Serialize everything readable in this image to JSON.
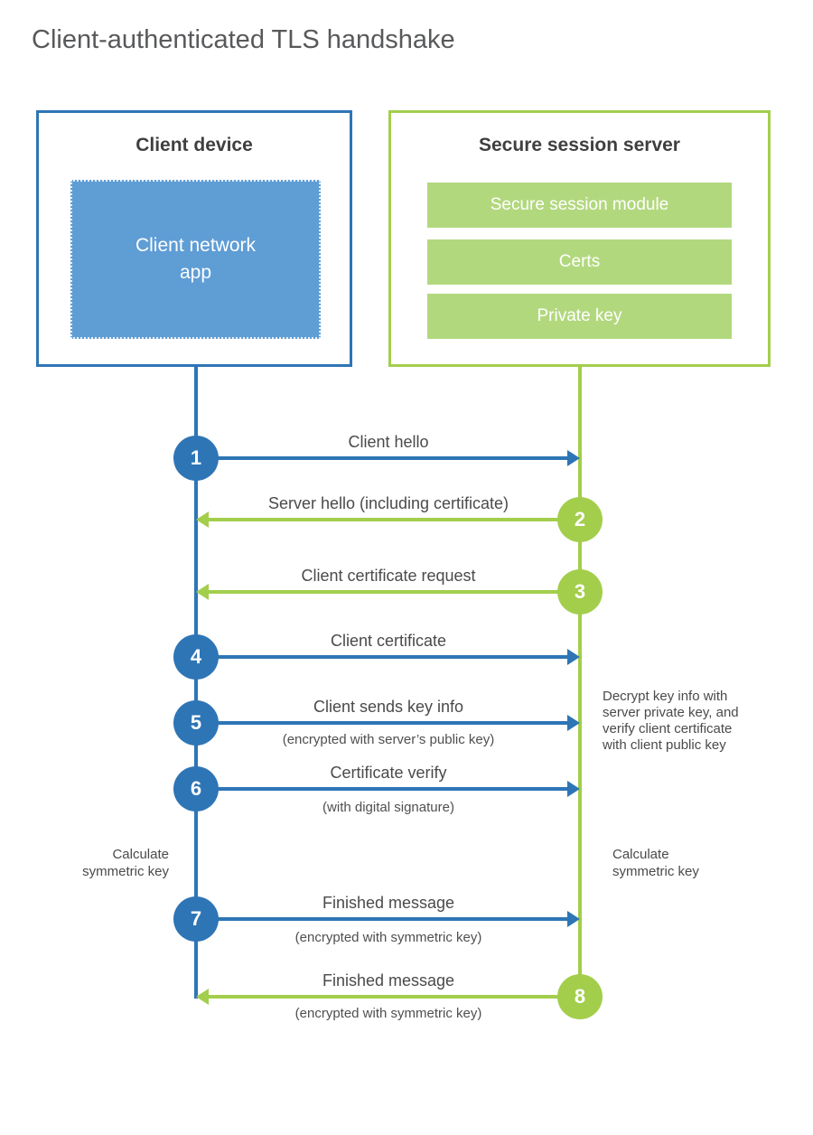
{
  "title": "Client-authenticated TLS handshake",
  "client": {
    "heading": "Client device",
    "app_label": "Client network app"
  },
  "server": {
    "heading": "Secure session server",
    "modules": [
      "Secure session module",
      "Certs",
      "Private key"
    ]
  },
  "steps": [
    {
      "num": "1",
      "label": "Client hello",
      "sublabel": "",
      "from": "client",
      "to": "server"
    },
    {
      "num": "2",
      "label": "Server hello (including certificate)",
      "sublabel": "",
      "from": "server",
      "to": "client"
    },
    {
      "num": "3",
      "label": "Client certificate request",
      "sublabel": "",
      "from": "server",
      "to": "client"
    },
    {
      "num": "4",
      "label": "Client certificate",
      "sublabel": "",
      "from": "client",
      "to": "server"
    },
    {
      "num": "5",
      "label": "Client sends key info",
      "sublabel": "(encrypted with server’s public key)",
      "from": "client",
      "to": "server"
    },
    {
      "num": "6",
      "label": "Certificate verify",
      "sublabel": "(with digital signature)",
      "from": "client",
      "to": "server"
    },
    {
      "num": "7",
      "label": "Finished message",
      "sublabel": "(encrypted with symmetric key)",
      "from": "client",
      "to": "server"
    },
    {
      "num": "8",
      "label": "Finished message",
      "sublabel": "(encrypted with symmetric key)",
      "from": "server",
      "to": "client"
    }
  ],
  "notes": {
    "decrypt": "Decrypt key info with server private key, and verify client certificate with client public key",
    "calc_left": "Calculate symmetric key",
    "calc_right": "Calculate symmetric key"
  },
  "colors": {
    "blue_primary": "#2e75b6",
    "blue_fill": "#5f9dd5",
    "green_primary": "#a3ce4c",
    "green_fill": "#b2d87e",
    "title_text": "#58595b",
    "heading_text": "#3f3f3f",
    "label_text": "#4a4a4a"
  }
}
